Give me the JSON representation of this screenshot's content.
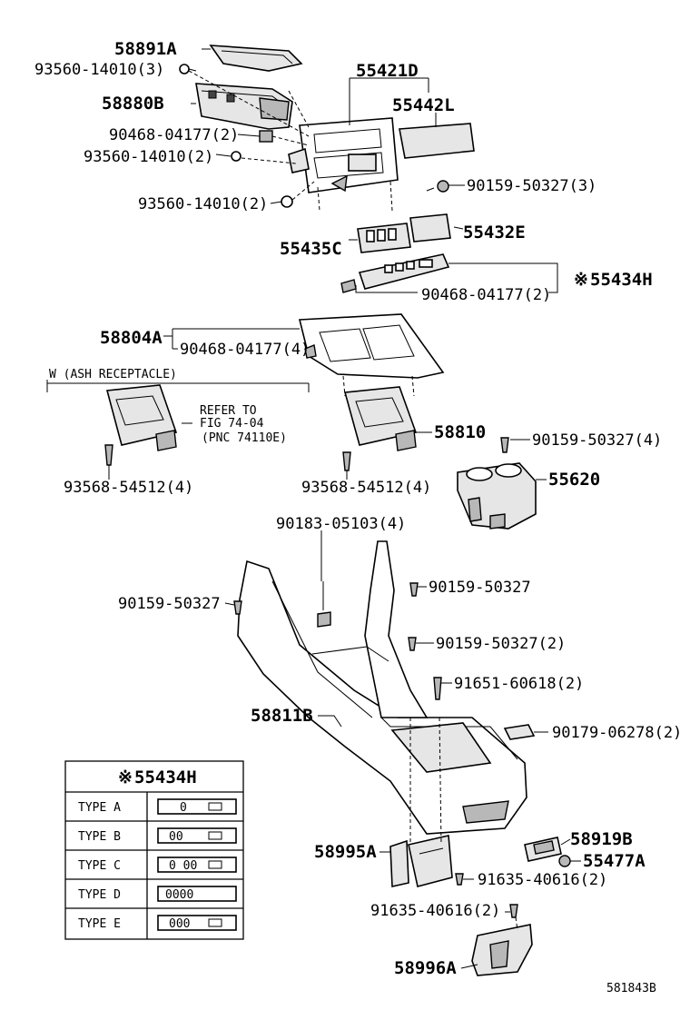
{
  "callouts": {
    "c58891A": "58891A",
    "c93560_3": "93560-14010(3)",
    "c58880B": "58880B",
    "c55421D": "55421D",
    "c55442L": "55442L",
    "c90468_2a": "90468-04177(2)",
    "c93560_2a": "93560-14010(2)",
    "c90159_3": "90159-50327(3)",
    "c93560_2b": "93560-14010(2)",
    "c55432E": "55432E",
    "c55435C": "55435C",
    "c55434H": "55434H",
    "c90468_2b": "90468-04177(2)",
    "c58804A": "58804A",
    "c90468_4": "90468-04177(4)",
    "c58810": "58810",
    "c90159_4": "90159-50327(4)",
    "c93568_left": "93568-54512(4)",
    "c93568_mid": "93568-54512(4)",
    "c55620": "55620",
    "c90183": "90183-05103(4)",
    "c90159_a": "90159-50327",
    "c90159_b": "90159-50327",
    "c90159_2": "90159-50327(2)",
    "c91651": "91651-60618(2)",
    "c58811B": "58811B",
    "c90179": "90179-06278(2)",
    "c58919B": "58919B",
    "c58995A": "58995A",
    "c55477A": "55477A",
    "c91635_a": "91635-40616(2)",
    "c91635_b": "91635-40616(2)",
    "c58996A": "58996A"
  },
  "marks": {
    "ref_mark": "※"
  },
  "ash_note": {
    "title": "W (ASH RECEPTACLE)",
    "refer_line1": "REFER TO",
    "refer_line2": "FIG 74-04",
    "refer_line3": "(PNC 74110E)"
  },
  "legend": {
    "header": "55434H",
    "types": [
      "TYPE A",
      "TYPE B",
      "TYPE C",
      "TYPE D",
      "TYPE E"
    ],
    "switches": [
      "0",
      "00",
      "0 00",
      "0000",
      "000"
    ]
  },
  "figure_id": "581843B"
}
